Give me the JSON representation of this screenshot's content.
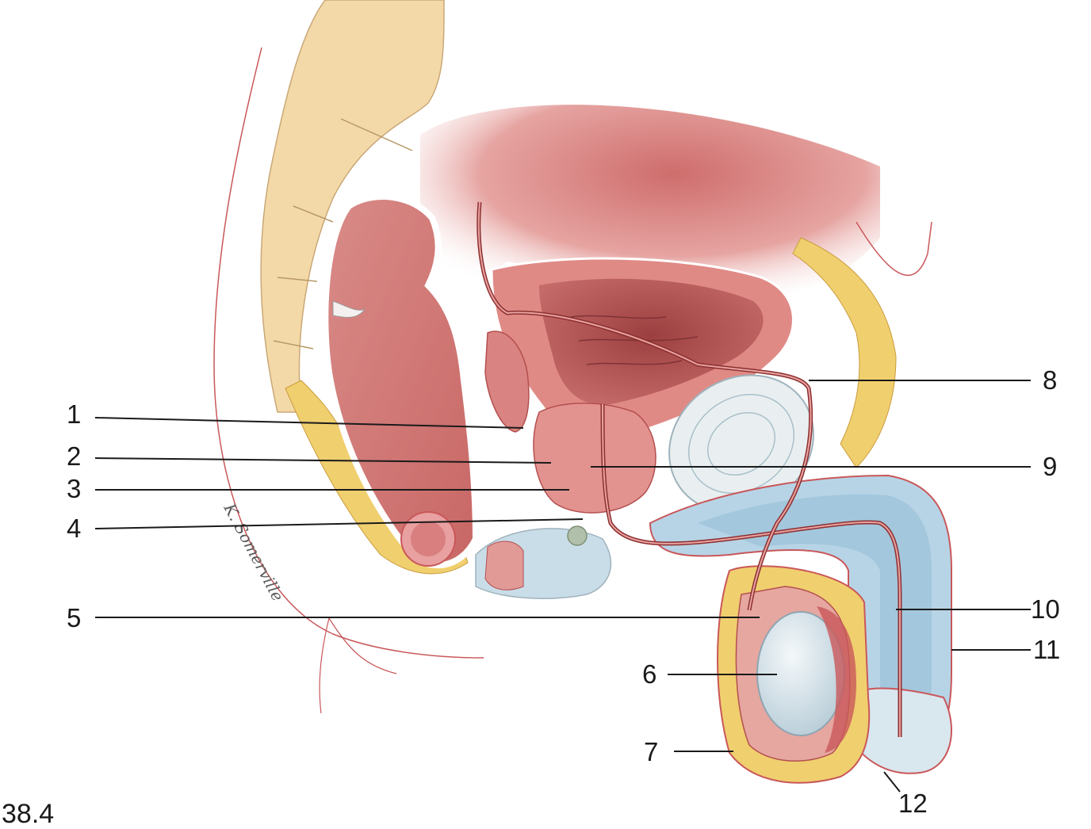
{
  "figure_number": "38.4",
  "signature": "K. Somerville",
  "callouts": [
    {
      "id": "1",
      "label": "1"
    },
    {
      "id": "2",
      "label": "2"
    },
    {
      "id": "3",
      "label": "3"
    },
    {
      "id": "4",
      "label": "4"
    },
    {
      "id": "5",
      "label": "5"
    },
    {
      "id": "6",
      "label": "6"
    },
    {
      "id": "7",
      "label": "7"
    },
    {
      "id": "8",
      "label": "8"
    },
    {
      "id": "9",
      "label": "9"
    },
    {
      "id": "10",
      "label": "10"
    },
    {
      "id": "11",
      "label": "11"
    },
    {
      "id": "12",
      "label": "12"
    }
  ],
  "colors": {
    "skin_outline": "#c9575a",
    "tissue_pink": "#d77a78",
    "tissue_deep": "#b9504f",
    "fat_yellow": "#f0cf6e",
    "spine_tan": "#f4d9a8",
    "erectile_blue": "#a9cbe0",
    "testis_white": "#dfe9ee",
    "label_text": "#1a1a1a"
  }
}
